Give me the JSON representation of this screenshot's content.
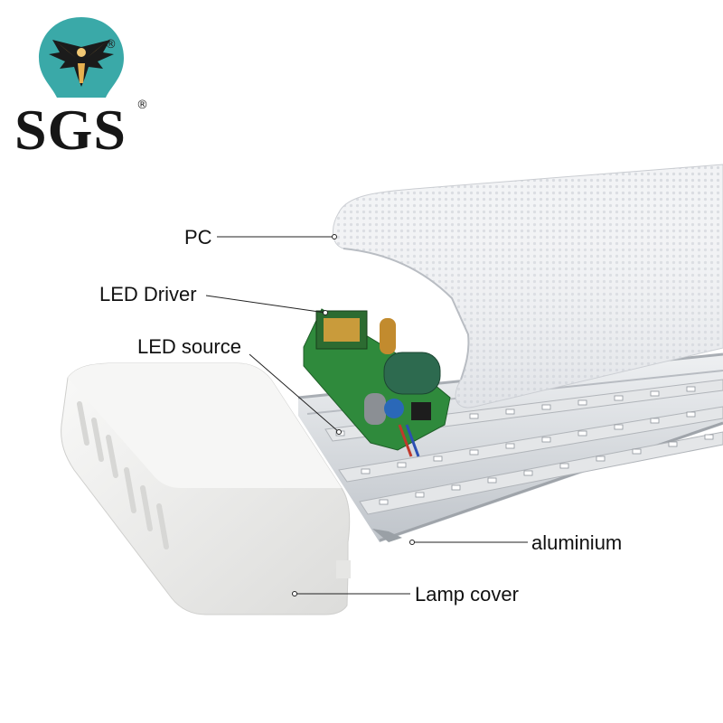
{
  "brand": {
    "name": "SGS",
    "registered_mark": "®",
    "logo_registered_mark": "®",
    "logo_color": "#3aa9a8"
  },
  "labels": {
    "pc": "PC",
    "led_driver": "LED Driver",
    "led_source": "LED source",
    "aluminium": "aluminium",
    "lamp_cover": "Lamp cover"
  },
  "colors": {
    "pcb_green": "#2f8a3c",
    "transformer_green": "#2c6b31",
    "led_chip": "#ffffff",
    "aluminium": "#d5d8dc",
    "cover": "#ececea"
  }
}
